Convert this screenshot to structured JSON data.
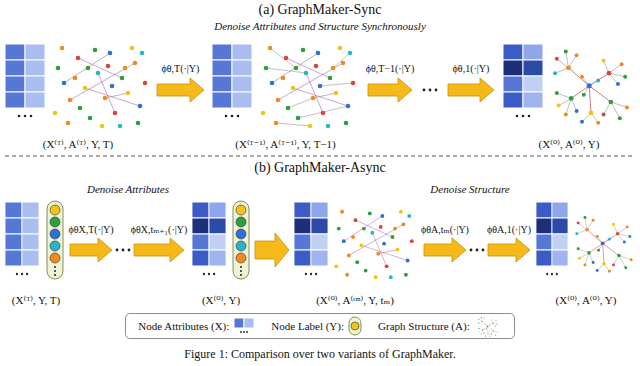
{
  "diagram": {
    "caption": "Figure 1: Comparison over two variants of GraphMaker.",
    "nodes": [
      {
        "text": [
          "(X⁽ᵀ⁾, A⁽ᵀ⁾, Y, T)"
        ]
      },
      {
        "text": [
          "(X⁽ᵀ⁻¹⁾, A⁽ᵀ⁻¹⁾, Y, T−1)"
        ]
      },
      {
        "text": [
          "(X⁽⁰⁾, A⁽⁰⁾, Y)"
        ]
      },
      {
        "text": [
          "(X⁽ᵀ⁾, Y, T)"
        ]
      },
      {
        "text": [
          "(X⁽⁰⁾, Y)"
        ]
      },
      {
        "text": [
          "(X⁽⁰⁾, A⁽ᵗᵐ⁾, Y, tₘ)"
        ]
      },
      {
        "text": [
          "(X⁽⁰⁾, A⁽⁰⁾, Y)"
        ]
      }
    ],
    "edges": [
      {
        "from": 0,
        "to": 1,
        "label": "ϕθ,T(·|Y)",
        "arrow": "to"
      },
      {
        "from": 4,
        "to": 5,
        "arrow": "to"
      }
    ],
    "labels": [
      "(a) GraphMaker-Sync",
      "Denoise Attributes and Structure Synchronously",
      "ϕθ,T−1(·|Y)",
      "ϕθ,1(·|Y)",
      "(b) GraphMaker-Async",
      "Denoise Attributes",
      "Denoise Structure",
      "ϕθX,T(·|Y)",
      "ϕθX,tₘ₊₁(·|Y)",
      "ϕθA,tₘ(·|Y)",
      "ϕθA,1(·|Y)"
    ],
    "legend": [
      {
        "text": "Node Attributes (X):"
      },
      {
        "text": "Node Label (Y):"
      },
      {
        "text": "Graph Structure (A):"
      }
    ]
  }
}
